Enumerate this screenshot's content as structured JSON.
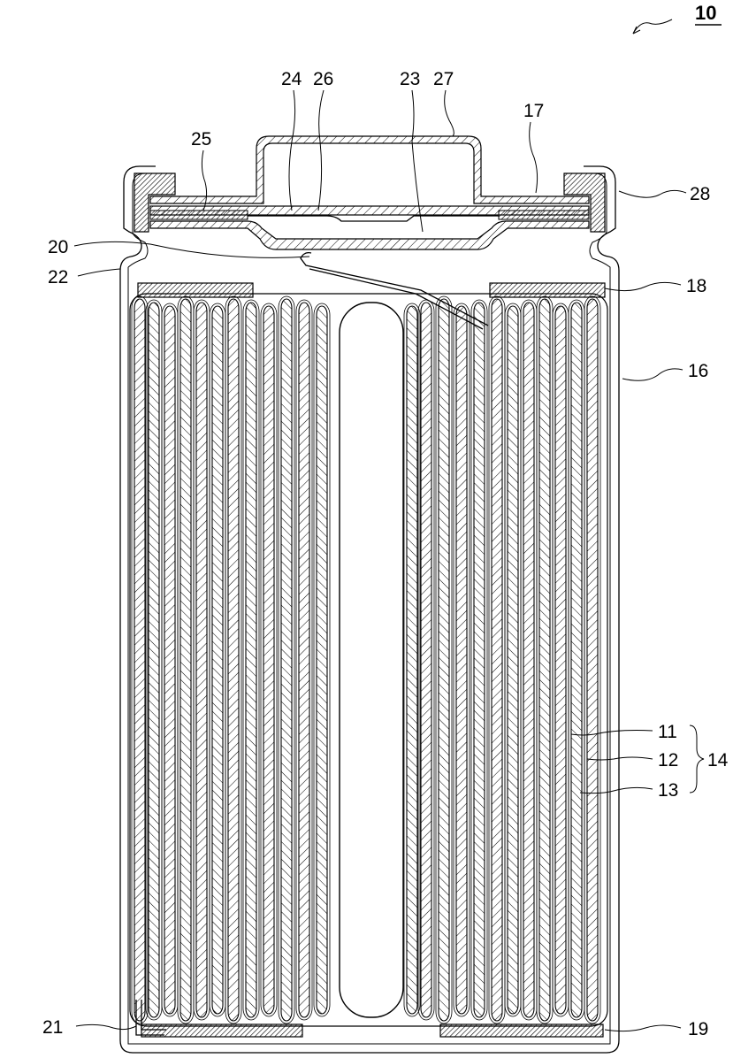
{
  "figure": {
    "number": "10"
  },
  "labels": {
    "l10": "10",
    "l11": "11",
    "l12": "12",
    "l13": "13",
    "l14": "14",
    "l16": "16",
    "l17": "17",
    "l18": "18",
    "l19": "19",
    "l20": "20",
    "l21": "21",
    "l22": "22",
    "l23": "23",
    "l24": "24",
    "l25": "25",
    "l26": "26",
    "l27": "27",
    "l28": "28"
  },
  "colors": {
    "line": "#000000",
    "background": "#ffffff"
  }
}
